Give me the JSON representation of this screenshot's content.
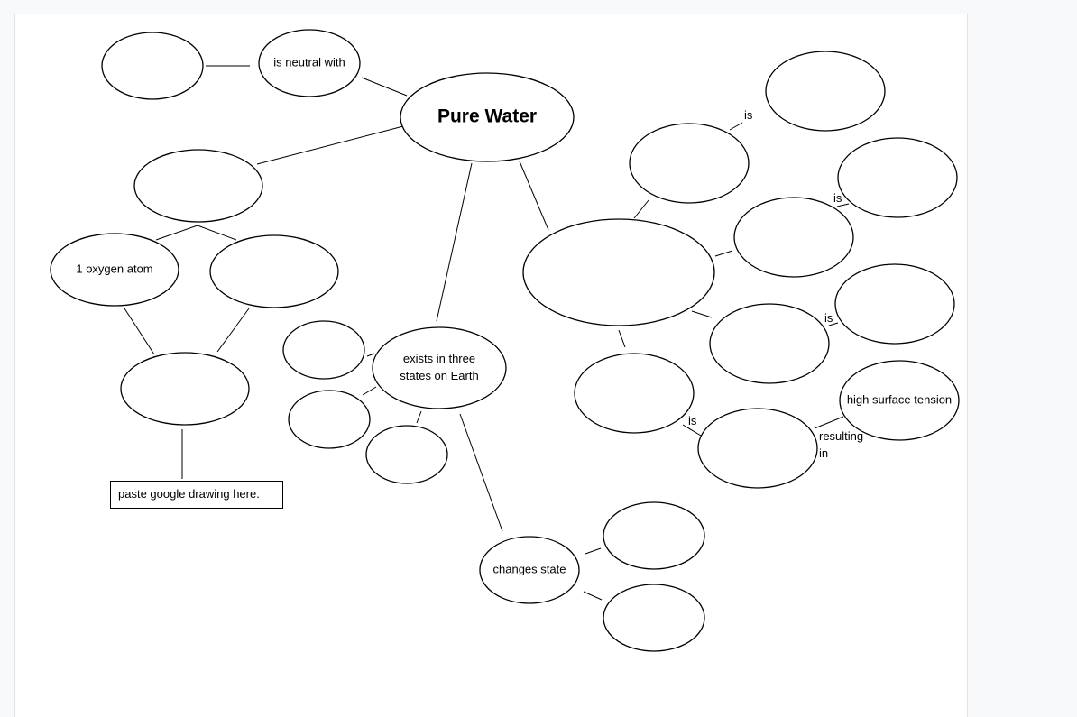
{
  "diagram": {
    "nodes": [
      {
        "id": "left-top-empty",
        "text": []
      },
      {
        "id": "neutral",
        "text": [
          "is neutral with"
        ]
      },
      {
        "id": "pure-water",
        "text": [
          "Pure Water"
        ]
      },
      {
        "id": "composition",
        "text": []
      },
      {
        "id": "oxygen",
        "text": [
          "1 oxygen atom"
        ]
      },
      {
        "id": "hydrogen",
        "text": []
      },
      {
        "id": "molecule",
        "text": []
      },
      {
        "id": "states-a",
        "text": []
      },
      {
        "id": "states-b",
        "text": []
      },
      {
        "id": "states-c",
        "text": []
      },
      {
        "id": "states",
        "text": [
          "exists in three",
          "states on Earth"
        ]
      },
      {
        "id": "properties",
        "text": []
      },
      {
        "id": "prop-upper",
        "text": []
      },
      {
        "id": "prop-upper-is",
        "text": []
      },
      {
        "id": "prop-2",
        "text": []
      },
      {
        "id": "prop-2-is",
        "text": []
      },
      {
        "id": "prop-3",
        "text": []
      },
      {
        "id": "prop-3-is",
        "text": []
      },
      {
        "id": "prop-lower",
        "text": []
      },
      {
        "id": "cohesion",
        "text": []
      },
      {
        "id": "surface-tension",
        "text": [
          "high surface tension"
        ]
      },
      {
        "id": "changes",
        "text": [
          "changes state"
        ]
      },
      {
        "id": "changes-a",
        "text": []
      },
      {
        "id": "changes-b",
        "text": []
      }
    ],
    "edge_labels": [
      {
        "id": "is-1",
        "text": [
          "is"
        ]
      },
      {
        "id": "is-2",
        "text": [
          "is"
        ]
      },
      {
        "id": "is-3",
        "text": [
          "is"
        ]
      },
      {
        "id": "is-4",
        "text": [
          "is"
        ]
      },
      {
        "id": "resulting-in",
        "text": [
          "resulting",
          "in"
        ]
      }
    ],
    "paste_box": "paste google drawing here."
  }
}
